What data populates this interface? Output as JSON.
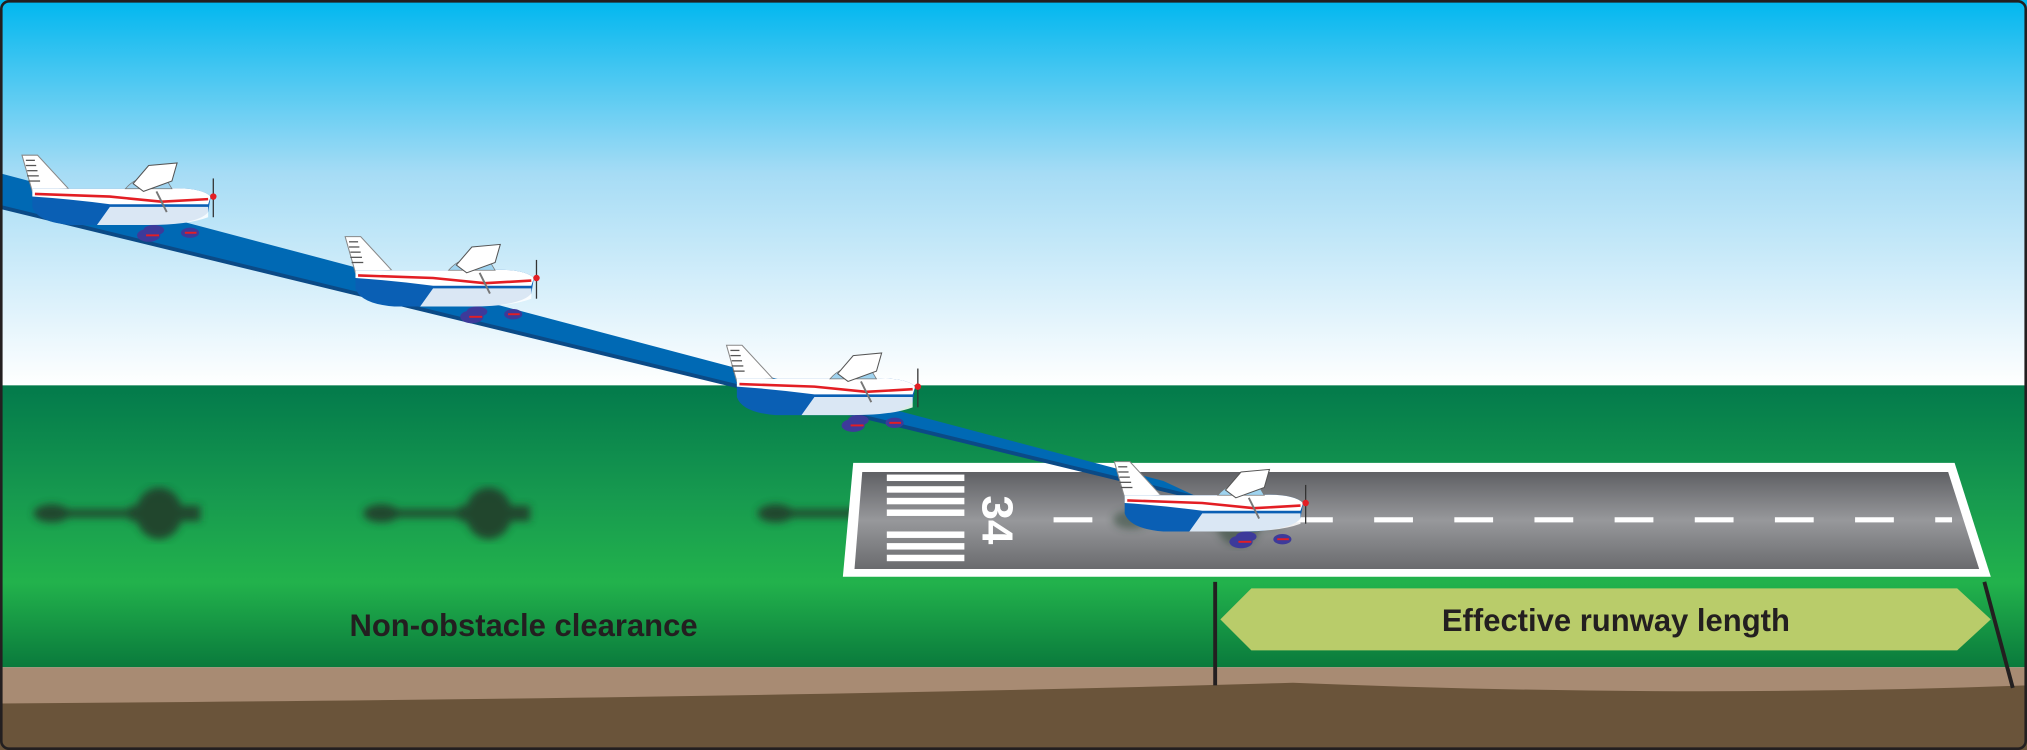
{
  "diagram": {
    "runway_number": "34",
    "labels": {
      "non_obstacle": "Non-obstacle clearance",
      "effective_length": "Effective runway length"
    },
    "airplane_count": 4,
    "colors": {
      "sky_top": "#00b7ef",
      "sky_bottom": "#ffffff",
      "grass_top": "#037a4b",
      "grass_bottom": "#22b24c",
      "glide_path": "#0069b4",
      "runway": "#77787b",
      "arrow": "#b9cc6a",
      "soil": "#a88b73"
    }
  }
}
